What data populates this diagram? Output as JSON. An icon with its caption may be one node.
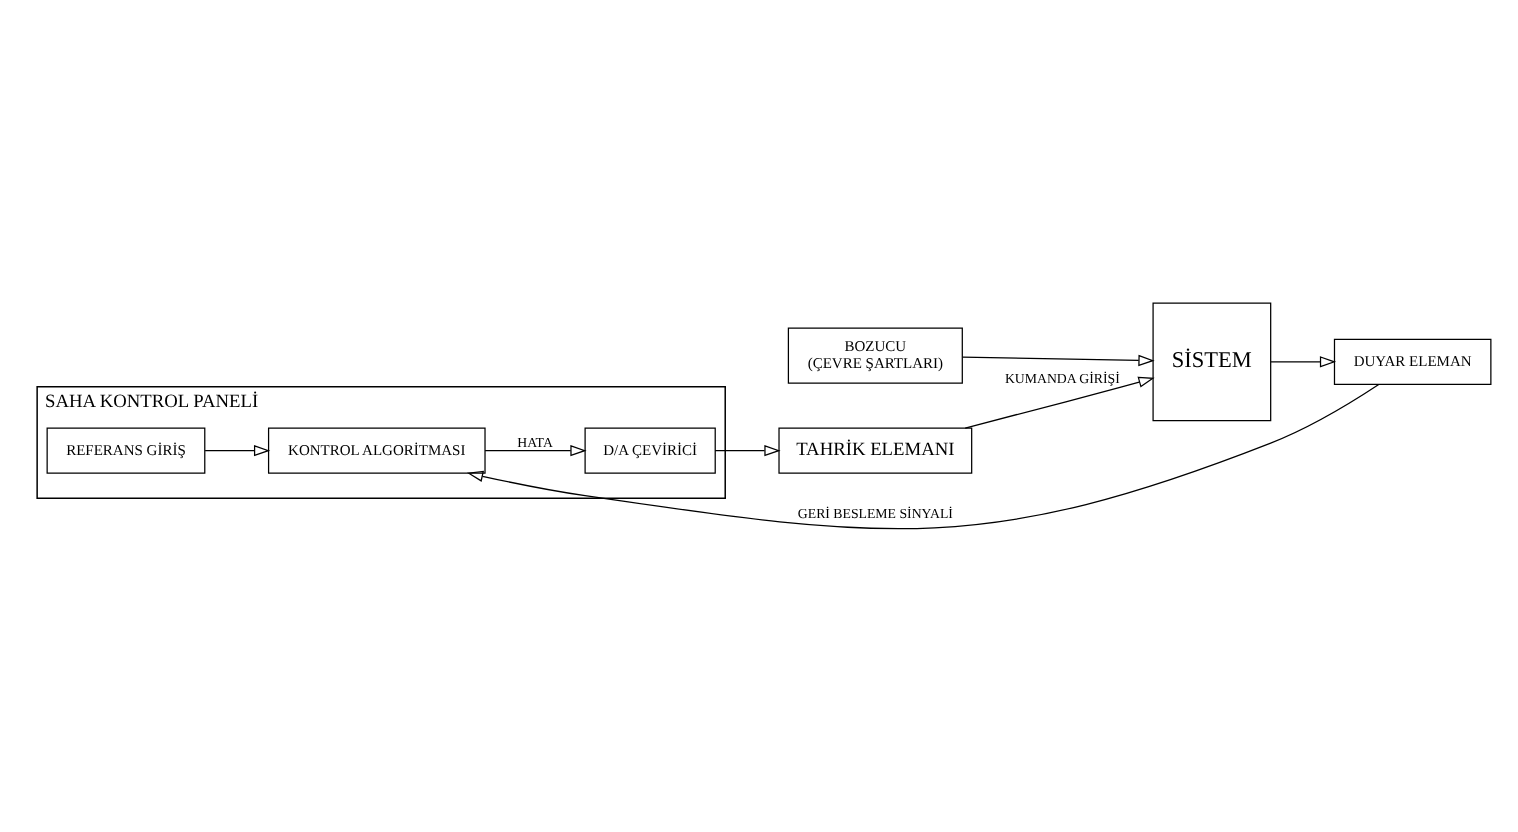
{
  "diagram": {
    "nodes": [
      {
        "text": [
          "SAHA KONTROL PANELİ"
        ]
      },
      {
        "text": [
          "KONTROL ALGORİTMASI"
        ],
        "in": 0
      },
      {
        "text": [
          "REFERANS GİRİŞ"
        ],
        "in": 0
      },
      {
        "text": [
          "D/A ÇEVİRİCİ"
        ],
        "in": 0
      },
      {
        "text": [
          "TAHRİK ELEMANI"
        ]
      },
      {
        "text": [
          "BOZUCU",
          "(ÇEVRE ŞARTLARI)"
        ]
      },
      {
        "text": [
          "SİSTEM"
        ]
      },
      {
        "text": [
          "DUYAR ELEMAN"
        ]
      }
    ],
    "edges": [
      {
        "from": 2,
        "to": 1,
        "arrow": "to"
      },
      {
        "from": 1,
        "to": 3,
        "arrow": "to",
        "label": "HATA"
      },
      {
        "from": 3,
        "to": 4,
        "arrow": "to"
      },
      {
        "from": 4,
        "to": 6,
        "arrow": "to",
        "label": "KUMANDA GİRİŞİ"
      },
      {
        "from": 5,
        "to": 6,
        "arrow": "to"
      },
      {
        "from": 6,
        "to": 7,
        "arrow": "to"
      },
      {
        "from": 7,
        "to": 1,
        "arrow": "to",
        "label": "GERİ BESLEME SİNYALİ"
      }
    ]
  }
}
